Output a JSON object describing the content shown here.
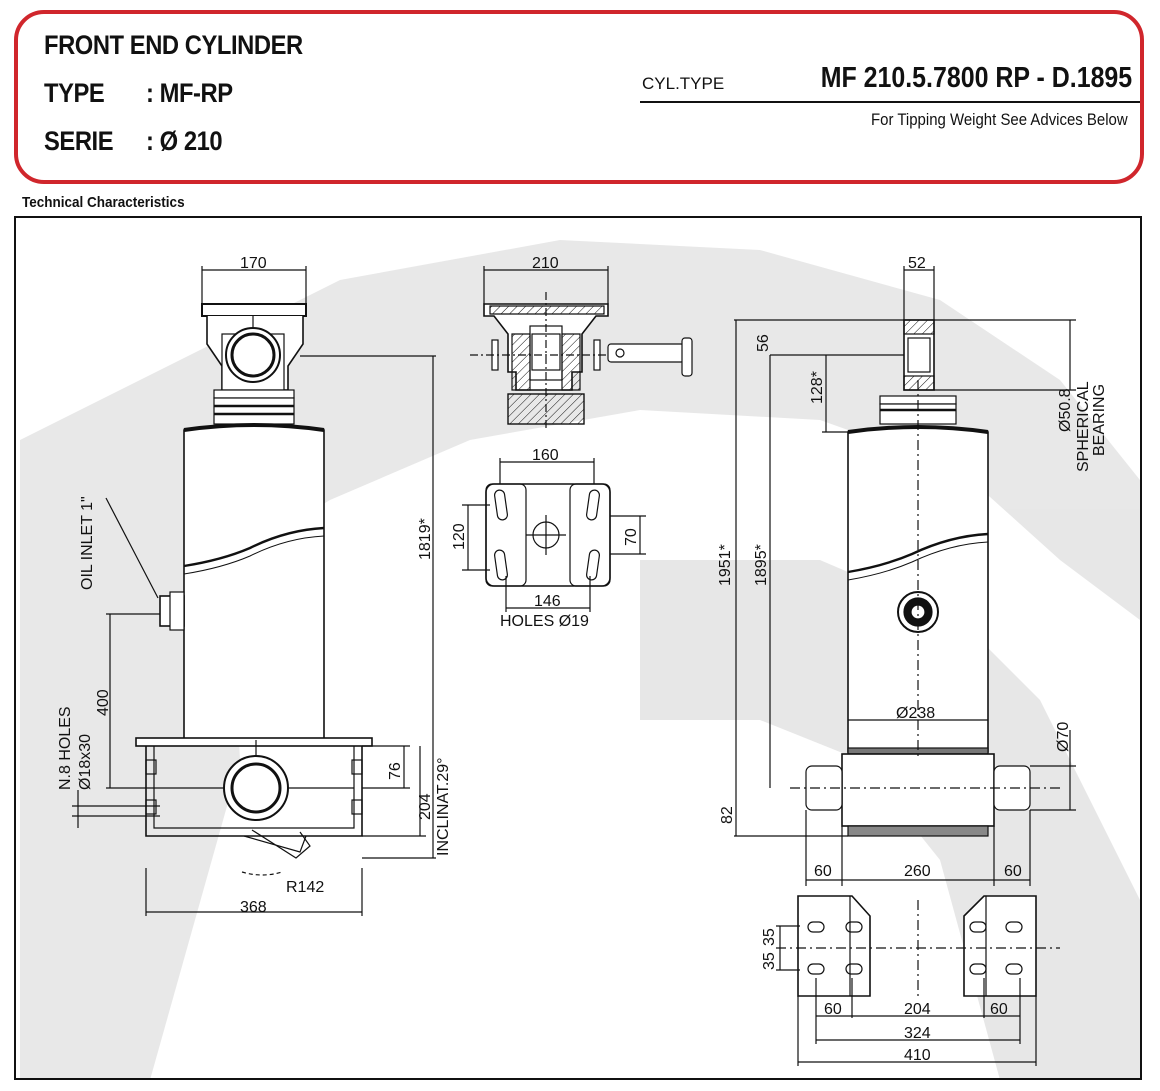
{
  "header": {
    "title": "FRONT END CYLINDER",
    "type_key": "TYPE",
    "type_value": ": MF-RP",
    "serie_key": "SERIE",
    "serie_value": ": Ø 210",
    "cyl_type_label": "CYL.TYPE",
    "cyl_type_value": "MF 210.5.7800 RP - D.1895",
    "advice": "For Tipping Weight See Advices Below",
    "border_color": "#d0262c"
  },
  "section_title": "Technical Characteristics",
  "left_view": {
    "dim_top": "170",
    "oil_inlet": "OIL INLET 1\"",
    "dim_400": "400",
    "holes": "N.8 HOLES",
    "holes_size": "Ø18x30",
    "dim_76": "76",
    "dim_204": "204",
    "inclination": "INCLINAT.29°",
    "dim_1819": "1819*",
    "radius": "R142",
    "dim_368": "368"
  },
  "middle_view": {
    "dim_210": "210",
    "dim_160": "160",
    "dim_120": "120",
    "dim_70": "70",
    "dim_146": "146",
    "holes": "HOLES Ø19"
  },
  "right_view": {
    "dim_52": "52",
    "dim_56": "56",
    "dim_128": "128*",
    "bearing_dia": "Ø50.8",
    "bearing_line1": "SPHERICAL",
    "bearing_line2": "BEARING",
    "dim_1951": "1951*",
    "dim_1895": "1895*",
    "dim_238": "Ø238",
    "dim_70": "Ø70",
    "dim_82": "82",
    "dim_60a": "60",
    "dim_260": "260",
    "dim_60b": "60"
  },
  "bracket_view": {
    "dim_35a": "35",
    "dim_35b": "35",
    "dim_60a": "60",
    "dim_204": "204",
    "dim_60b": "60",
    "dim_324": "324",
    "dim_410": "410"
  }
}
